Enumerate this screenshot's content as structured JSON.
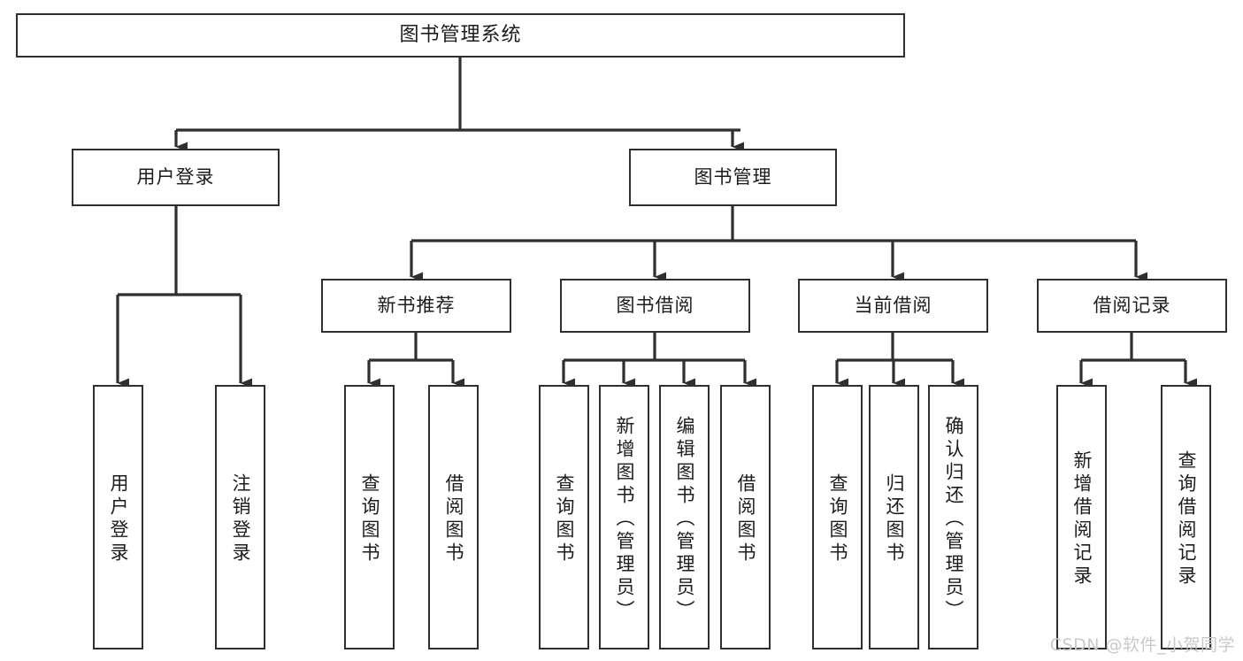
{
  "diagram": {
    "title": "图书管理系统",
    "type": "tree",
    "watermark": "CSDN @软件_小贺同学",
    "colors": {
      "box_border": "#2f2f2f",
      "box_fill": "#ffffff",
      "connector": "#2f2f2f",
      "text": "#1c1c1c",
      "watermark": "#c9c9c9",
      "background": "#ffffff"
    }
  },
  "nodes": {
    "root": {
      "label": "图书管理系统"
    },
    "level1": [
      {
        "label": "用户登录"
      },
      {
        "label": "图书管理"
      }
    ],
    "level2": [
      {
        "label": "新书推荐"
      },
      {
        "label": "图书借阅"
      },
      {
        "label": "当前借阅"
      },
      {
        "label": "借阅记录"
      }
    ],
    "leaves": {
      "user_login": [
        {
          "label": "用户登录"
        },
        {
          "label": "注销登录"
        }
      ],
      "new_book_recommend": [
        {
          "label": "查询图书"
        },
        {
          "label": "借阅图书"
        }
      ],
      "book_borrow": [
        {
          "label": "查询图书"
        },
        {
          "label": "新增图书（管理员）"
        },
        {
          "label": "编辑图书（管理员）"
        },
        {
          "label": "借阅图书"
        }
      ],
      "current_borrow": [
        {
          "label": "查询图书"
        },
        {
          "label": "归还图书"
        },
        {
          "label": "确认归还（管理员）"
        }
      ],
      "borrow_record": [
        {
          "label": "新增借阅记录"
        },
        {
          "label": "查询借阅记录"
        }
      ]
    }
  }
}
